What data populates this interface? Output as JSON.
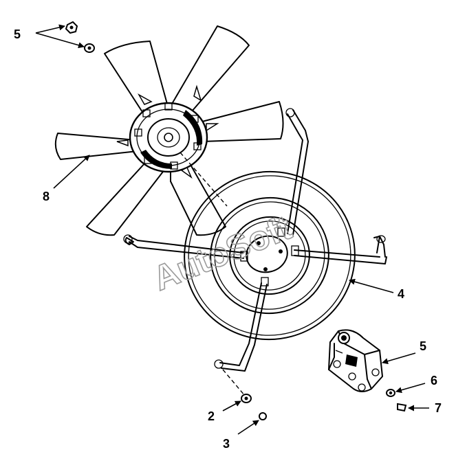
{
  "watermark": "AutoSoft",
  "callouts": {
    "c5a": "5",
    "c8": "8",
    "c4": "4",
    "c5b": "5",
    "c6": "6",
    "c7": "7",
    "c2": "2",
    "c3": "3"
  },
  "colors": {
    "line": "#000000",
    "watermark": "#9a9a9a",
    "background": "#ffffff"
  }
}
